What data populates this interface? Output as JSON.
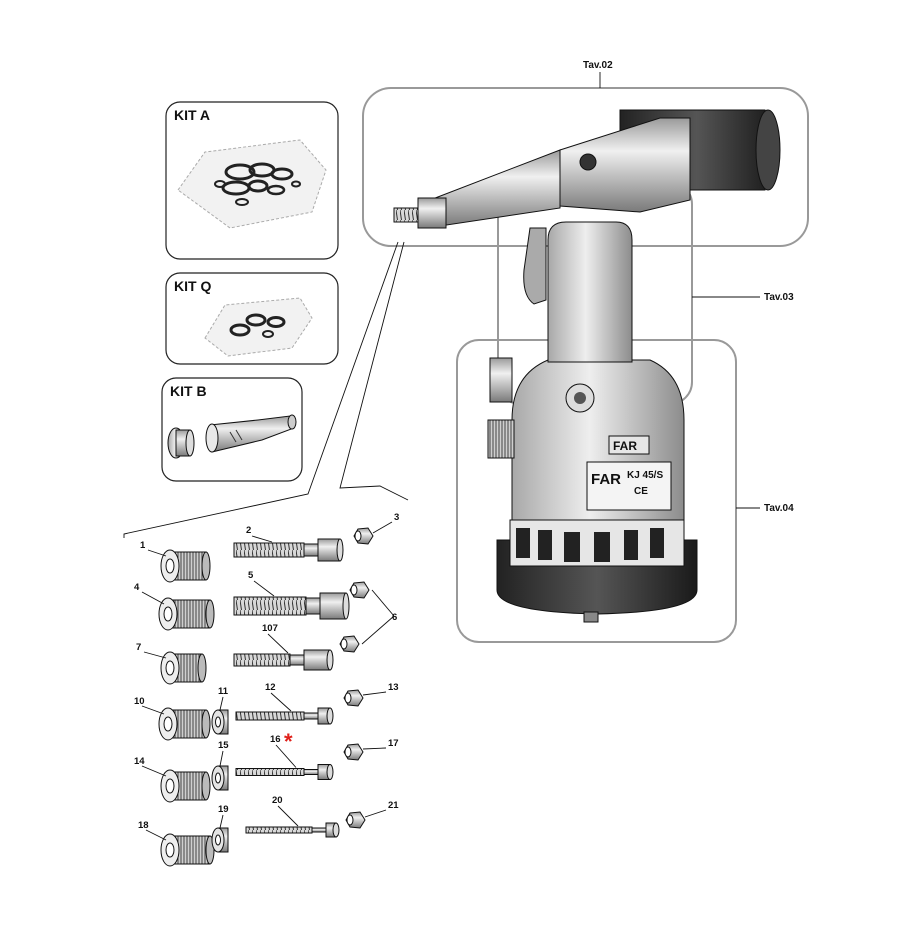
{
  "kits": {
    "kit_a": "KIT A",
    "kit_q": "KIT Q",
    "kit_b": "KIT B"
  },
  "tables": {
    "tav02": "Tav.02",
    "tav03": "Tav.03",
    "tav04": "Tav.04"
  },
  "tool": {
    "brand": "FAR",
    "model": "KJ 45/S",
    "ce_mark": "CE"
  },
  "parts": {
    "p1": "1",
    "p2": "2",
    "p3": "3",
    "p4": "4",
    "p5": "5",
    "p6": "6",
    "p7": "7",
    "p107": "107",
    "p10": "10",
    "p11": "11",
    "p12": "12",
    "p13": "13",
    "p14": "14",
    "p15": "15",
    "p16": "16",
    "p17": "17",
    "p18": "18",
    "p19": "19",
    "p20": "20",
    "p21": "21"
  },
  "marker": "*",
  "colors": {
    "line": "#111111",
    "frame": "#999999",
    "marker": "#e0201a",
    "body_light": "#d4d4d4",
    "body_dark": "#3a3a3a"
  }
}
